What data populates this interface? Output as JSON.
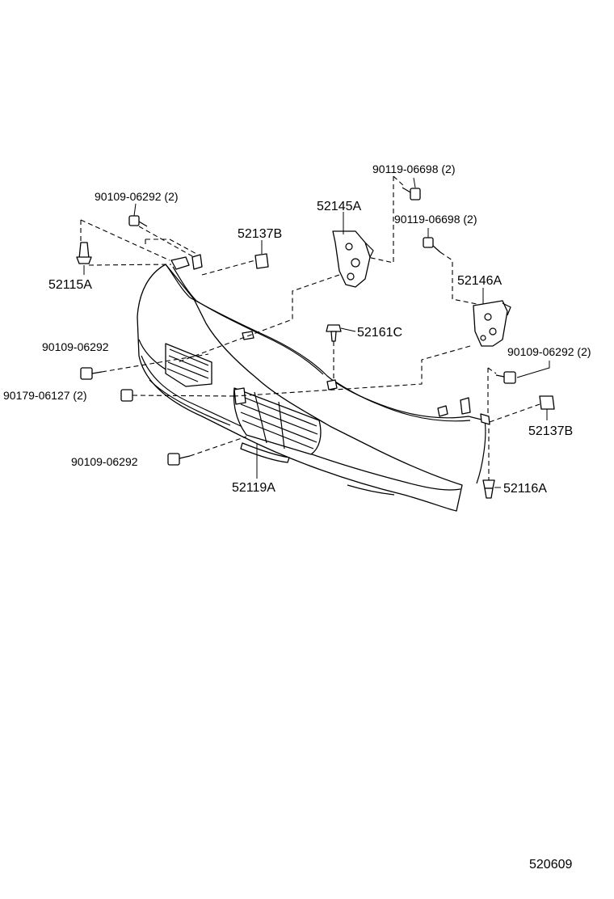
{
  "diagram_id": "520609",
  "labels": {
    "bolt_top_2": "90119-06698 (2)",
    "bolt_top_right_2": "90119-06698 (2)",
    "bolt_top_left_2": "90109-06292 (2)",
    "bracket_left": "52145A",
    "retainer_left": "52137B",
    "clip_left": "52115A",
    "bracket_right": "52146A",
    "fastener_center": "52161C",
    "bolt_left": "90109-06292",
    "bolt_right_2": "90109-06292 (2)",
    "nut_left_2": "90179-06127 (2)",
    "retainer_right": "52137B",
    "bolt_bottom": "90109-06292",
    "bumper_cover": "52119A",
    "clip_right": "52116A"
  }
}
